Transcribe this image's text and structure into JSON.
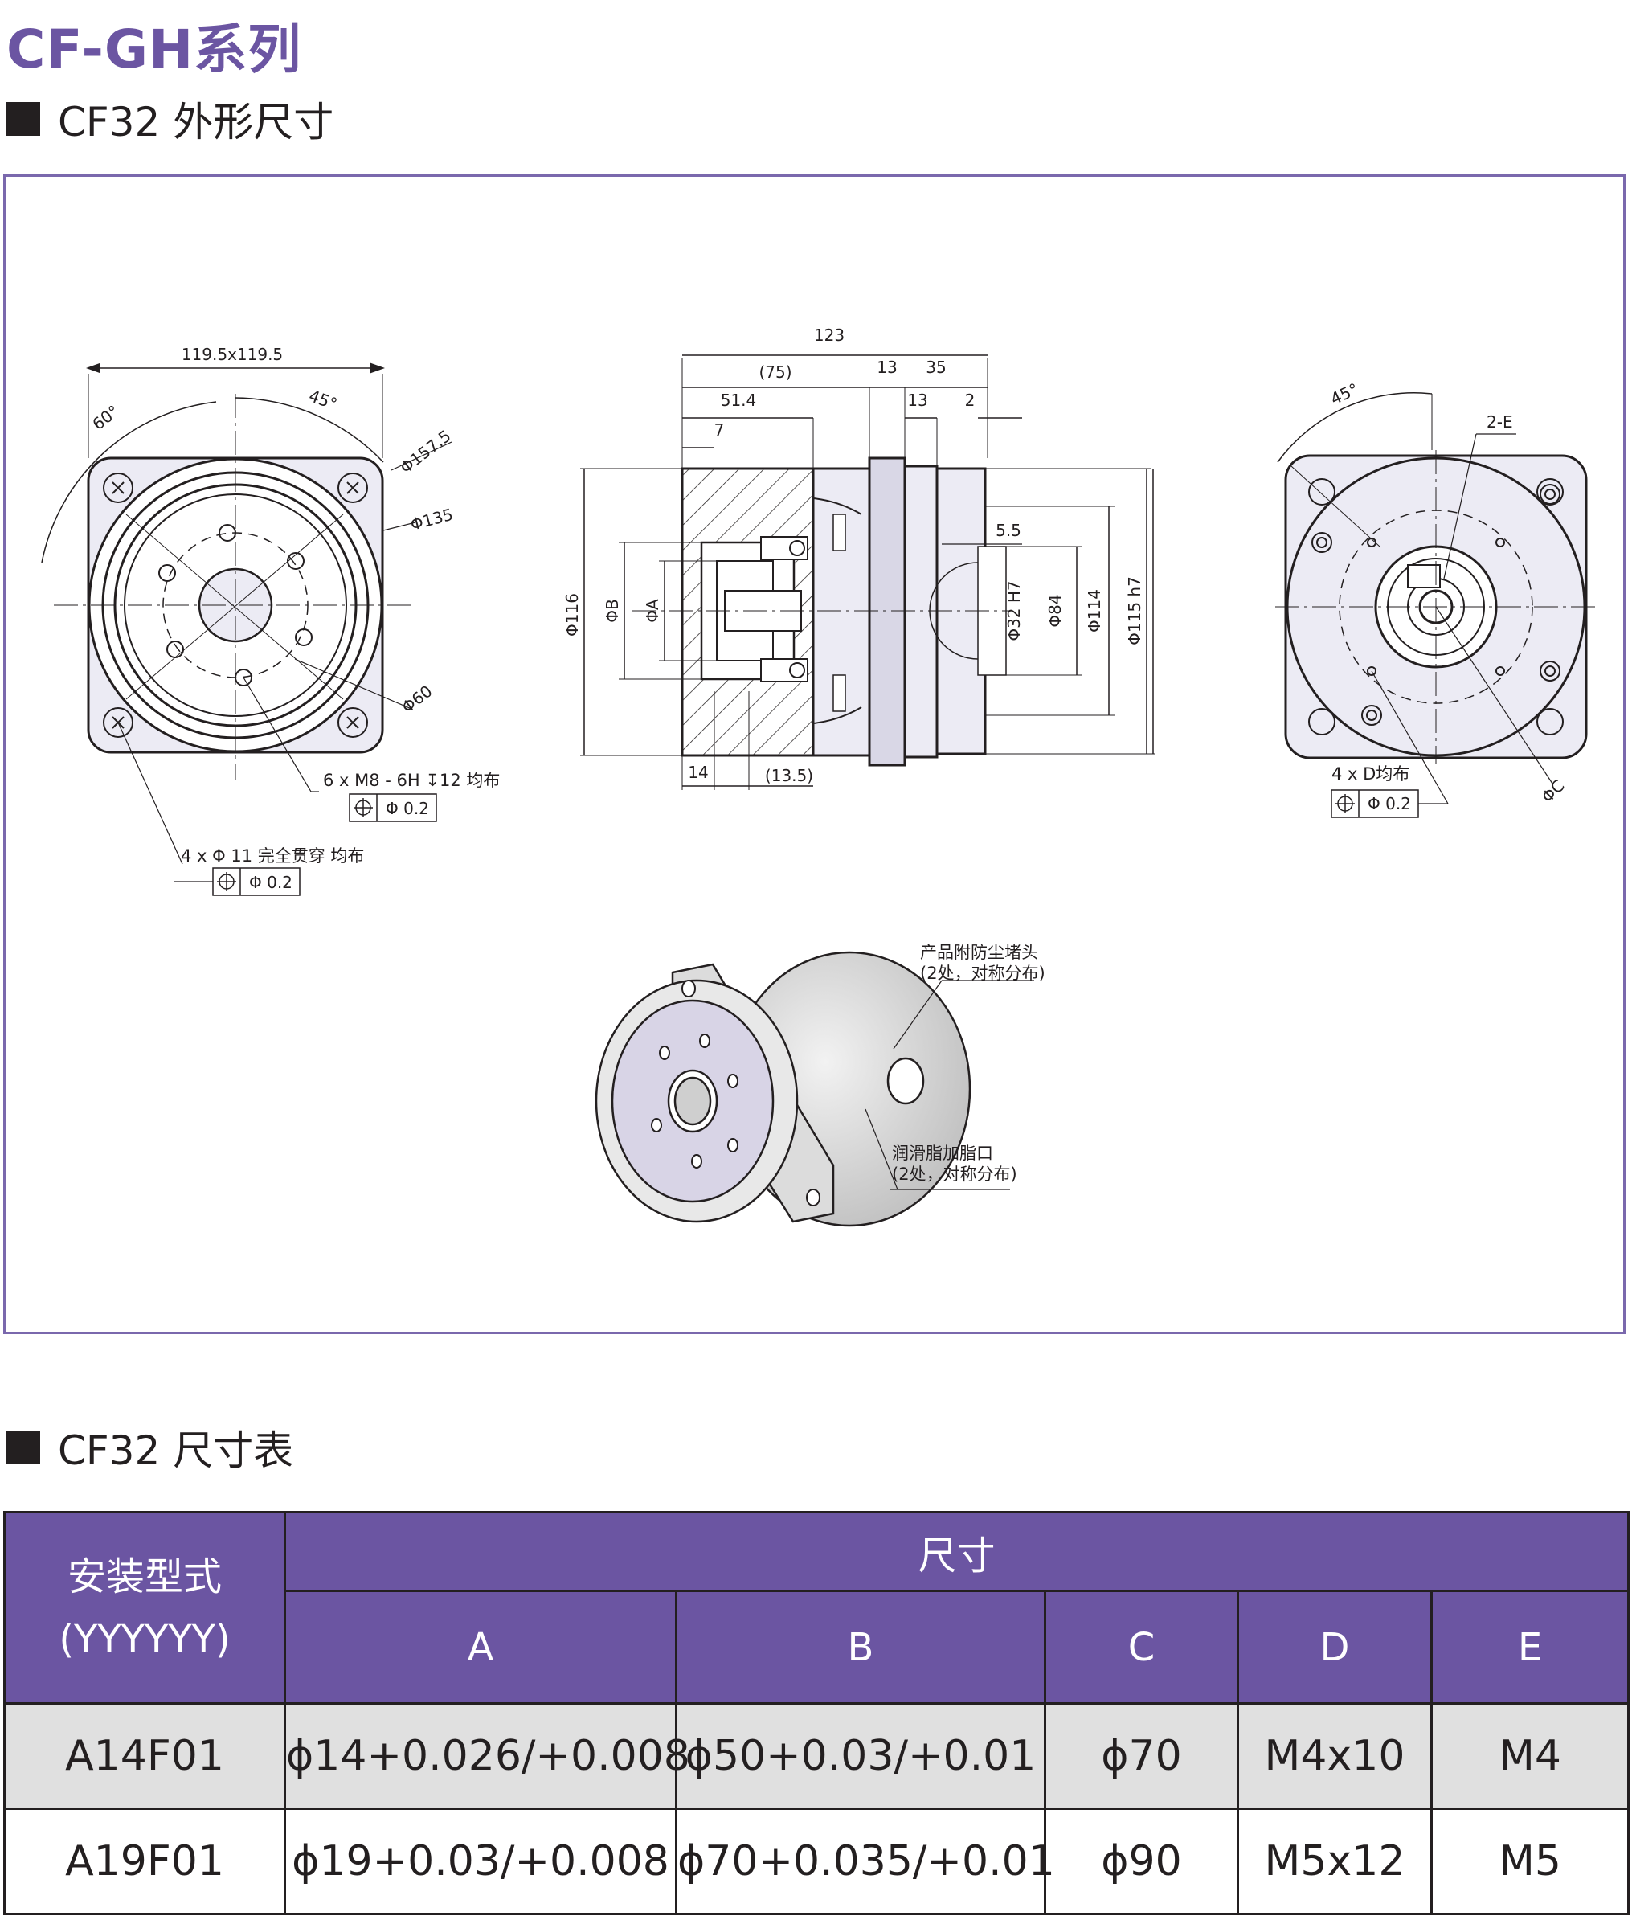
{
  "series_title": "CF-GH系列",
  "section_outline": "CF32 外形尺寸",
  "section_table": "CF32 尺寸表",
  "accent_color": "#6b55a2",
  "front_view": {
    "dim_width": "119.5x119.5",
    "angle_60": "60°",
    "angle_45": "45°",
    "dia_1575": "Φ157.5",
    "dia_135": "Φ135",
    "dia_60": "Φ60",
    "thread_note": "6 x  M8 - 6H ↧12 均布",
    "tol_1": "Φ 0.2",
    "hole_note": "4 x Φ  11 完全贯穿 均布",
    "tol_2": "Φ 0.2"
  },
  "side_view": {
    "d123": "123",
    "d75": "(75)",
    "d13a": "13",
    "d35": "35",
    "d514": "51.4",
    "d13b": "13",
    "d2": "2",
    "d7": "7",
    "d55": "5.5",
    "d116": "Φ116",
    "dB": "ΦB",
    "dA": "ΦA",
    "d32": "Φ32 H7",
    "d84": "Φ84",
    "d114": "Φ114",
    "d115": "Φ115 h7",
    "d14": "14",
    "d135": "(13.5)"
  },
  "rear_view": {
    "angle_45": "45°",
    "label_2e": "2-E",
    "label_c": "ΦC",
    "d_note": "4 x D均布",
    "tol": "Φ 0.2"
  },
  "iso_view": {
    "note_dust_1": "产品附防尘堵头",
    "note_dust_2": "(2处，对称分布)",
    "note_grease_1": "润滑脂加脂口",
    "note_grease_2": "(2处，对称分布)"
  },
  "table": {
    "col_mount_1": "安装型式",
    "col_mount_2": "(YYYYYY)",
    "col_dims": "尺寸",
    "columns": [
      "A",
      "B",
      "C",
      "D",
      "E"
    ],
    "rows": [
      [
        "A14F01",
        "ϕ14+0.026/+0.008",
        "ϕ50+0.03/+0.01",
        "ϕ70",
        "M4x10",
        "M4"
      ],
      [
        "A19F01",
        "ϕ19+0.03/+0.008",
        "ϕ70+0.035/+0.01",
        "ϕ90",
        "M5x12",
        "M5"
      ]
    ]
  }
}
